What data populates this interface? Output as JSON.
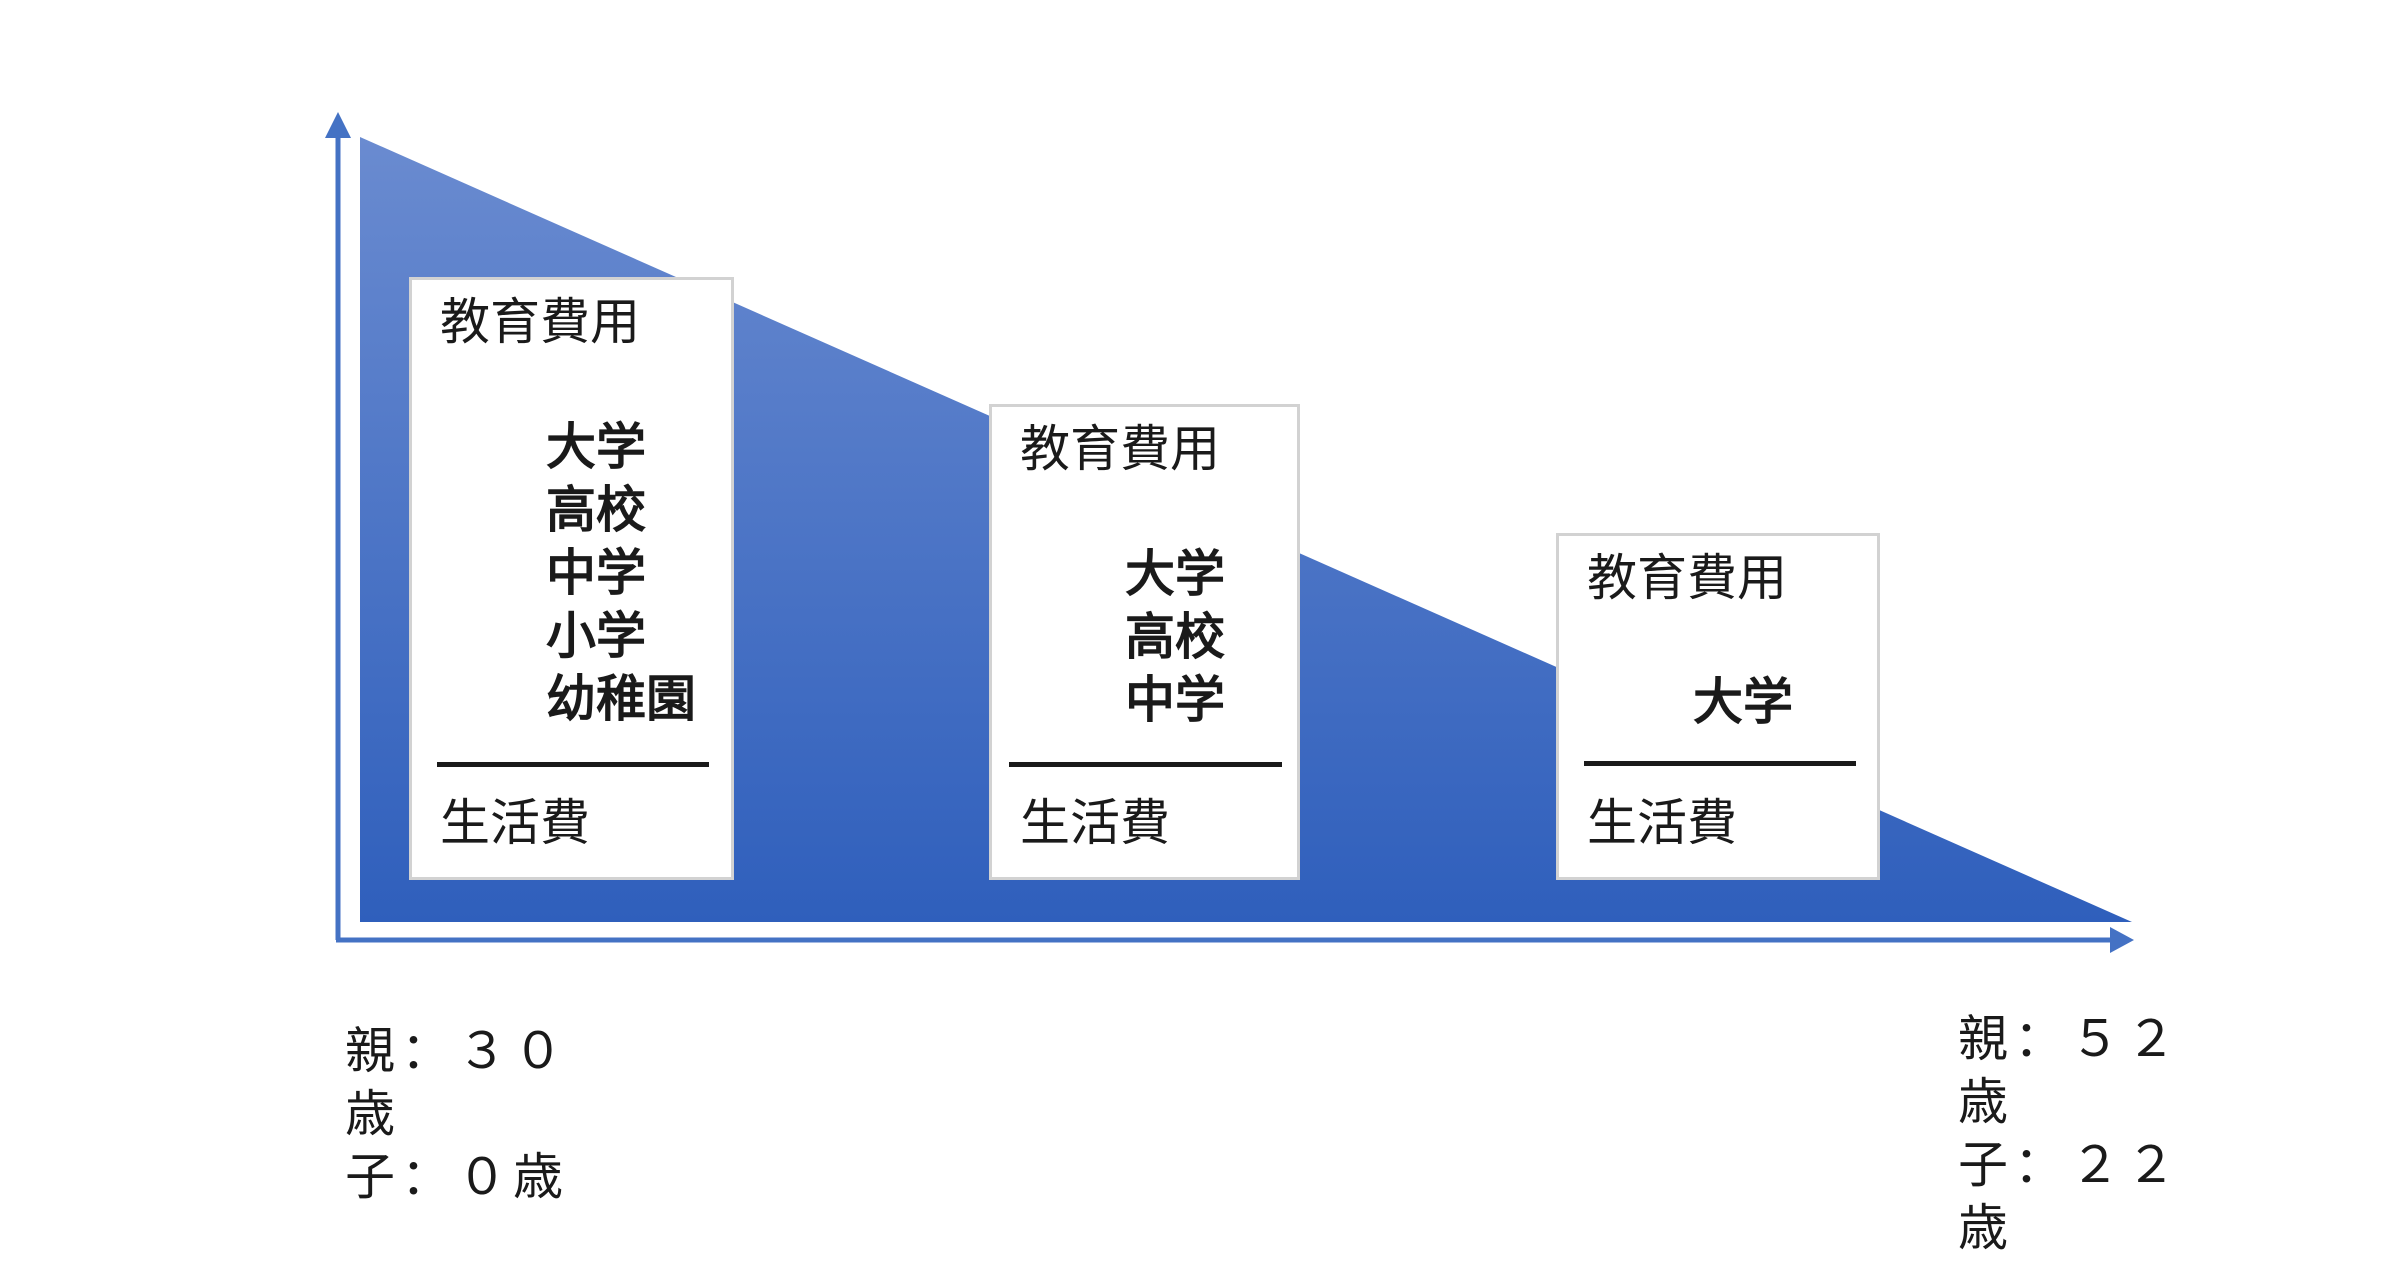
{
  "colors": {
    "axis": "#4472c4",
    "fill_top": "#6a8bd0",
    "fill_bottom": "#2f5fbc",
    "card_border": "#d2d2d2",
    "divider": "#1a1a1a"
  },
  "cards": [
    {
      "title": "教育費用",
      "items": [
        "大学",
        "高校",
        "中学",
        "小学",
        "幼稚園"
      ],
      "footer": "生活費"
    },
    {
      "title": "教育費用",
      "items": [
        "大学",
        "高校",
        "中学"
      ],
      "footer": "生活費"
    },
    {
      "title": "教育費用",
      "items": [
        "大学"
      ],
      "footer": "生活費"
    }
  ],
  "start_label": {
    "lines": [
      "親：３０",
      "歳",
      "子：０歳"
    ]
  },
  "end_label": {
    "lines": [
      "親：５２",
      "歳",
      "子：２２",
      "歳"
    ]
  }
}
